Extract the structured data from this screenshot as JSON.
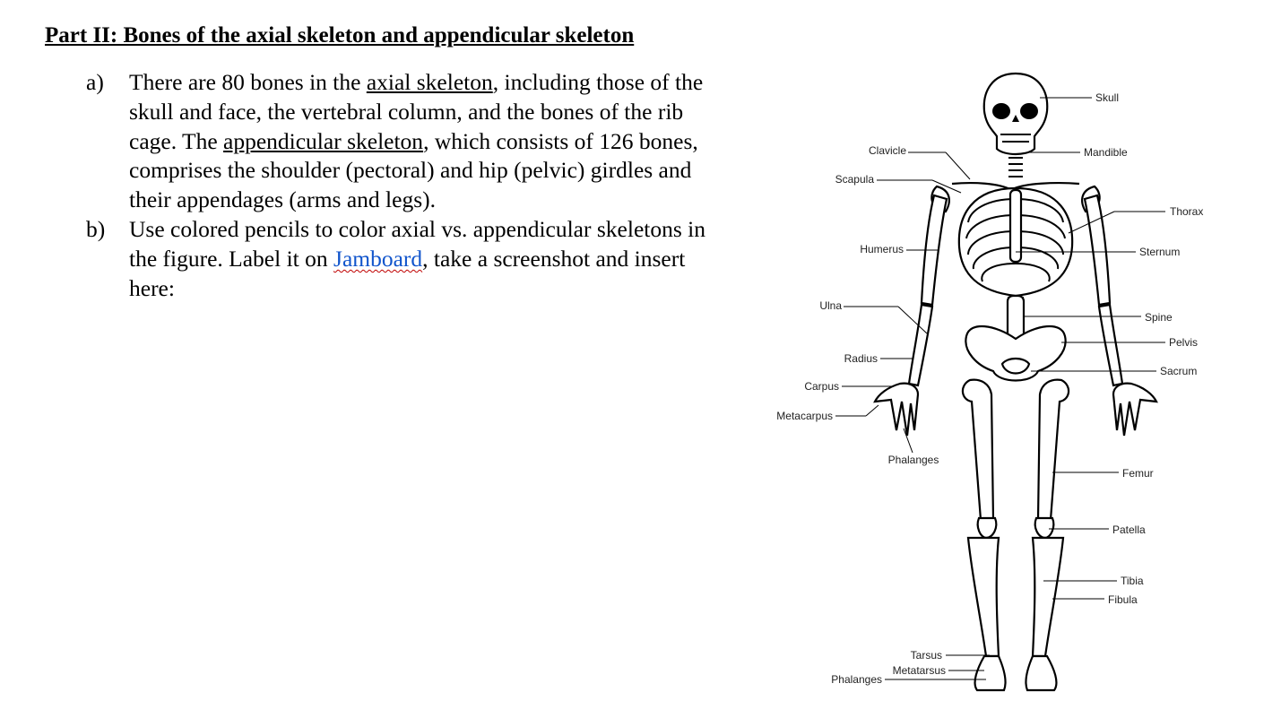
{
  "heading": "Part II: Bones of the axial skeleton and appendicular skeleton",
  "items": {
    "a": {
      "marker": "a)",
      "t1": "There are 80 bones in the ",
      "u1": "axial skeleton",
      "t2": ", including those of the skull and face, the vertebral column, and the bones of the rib cage. The ",
      "u2": "appendicular skeleton",
      "t3": ", which consists of 126 bones, comprises the shoulder (pectoral) and hip (pelvic) girdles and their appendages (arms and legs)."
    },
    "b": {
      "marker": "b)",
      "t1": "Use colored pencils to color axial vs. appendicular skeletons in the figure. Label it on ",
      "link": "Jamboard",
      "t2": ", take a screenshot and insert here:"
    }
  },
  "figure": {
    "labels": {
      "skull": "Skull",
      "mandible": "Mandible",
      "clavicle": "Clavicle",
      "scapula": "Scapula",
      "thorax": "Thorax",
      "humerus": "Humerus",
      "sternum": "Sternum",
      "ulna": "Ulna",
      "spine": "Spine",
      "pelvis": "Pelvis",
      "radius": "Radius",
      "sacrum": "Sacrum",
      "carpus": "Carpus",
      "metacarpus": "Metacarpus",
      "phalanges_hand": "Phalanges",
      "femur": "Femur",
      "patella": "Patella",
      "tibia": "Tibia",
      "fibula": "Fibula",
      "tarsus": "Tarsus",
      "metatarsus": "Metatarsus",
      "phalanges_foot": "Phalanges"
    }
  }
}
